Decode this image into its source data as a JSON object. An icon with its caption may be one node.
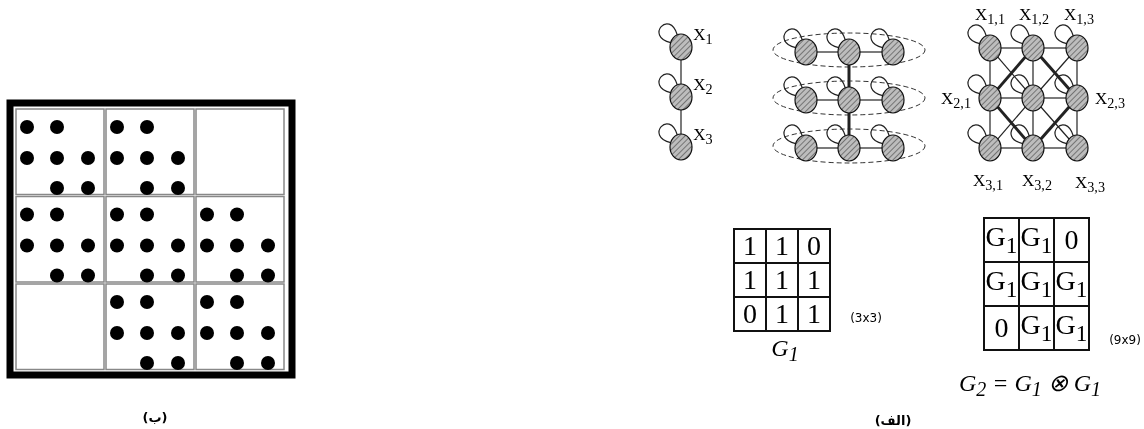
{
  "diagram": {
    "nodes": [
      {
        "text": [],
        "shape": "circle",
        "beside": [
          "X$_{1}$"
        ]
      },
      {
        "text": [],
        "shape": "circle",
        "beside": [
          "X$_{2}$"
        ]
      },
      {
        "text": [],
        "shape": "circle",
        "beside": [
          "X$_{3}$"
        ]
      },
      {
        "text": [],
        "shape": "circle"
      },
      {
        "text": [],
        "shape": "circle"
      },
      {
        "text": [],
        "shape": "circle"
      },
      {
        "text": [],
        "shape": "circle"
      },
      {
        "text": [],
        "shape": "circle"
      },
      {
        "text": [],
        "shape": "circle"
      },
      {
        "text": [],
        "shape": "circle"
      },
      {
        "text": [],
        "shape": "circle"
      },
      {
        "text": [],
        "shape": "circle"
      },
      {
        "text": [],
        "shape": "circle",
        "beside": [
          "X$_{1,1}$"
        ]
      },
      {
        "text": [],
        "shape": "circle",
        "beside": [
          "X$_{1,2}$"
        ]
      },
      {
        "text": [],
        "shape": "circle",
        "beside": [
          "X$_{1,3}$"
        ]
      },
      {
        "text": [],
        "shape": "circle",
        "beside": [
          "X$_{2,1}$"
        ]
      },
      {
        "text": [],
        "shape": "circle"
      },
      {
        "text": [],
        "shape": "circle",
        "beside": [
          "X$_{2,3}$"
        ]
      },
      {
        "text": [],
        "shape": "circle",
        "beside": [
          "X$_{3,1}$"
        ]
      },
      {
        "text": [],
        "shape": "circle",
        "beside": [
          "X$_{3,2}$"
        ]
      },
      {
        "text": [],
        "shape": "circle",
        "beside": [
          "X$_{3,3}$"
        ]
      }
    ],
    "edges": [
      {
        "from": 0,
        "to": 1,
        "arrow": "none"
      },
      {
        "from": 1,
        "to": 2,
        "arrow": "none"
      },
      {
        "from": 0,
        "to": 0,
        "arrow": "none"
      },
      {
        "from": 1,
        "to": 1,
        "arrow": "none"
      },
      {
        "from": 2,
        "to": 2,
        "arrow": "none"
      },
      {
        "from": 3,
        "to": 4,
        "arrow": "none"
      },
      {
        "from": 4,
        "to": 5,
        "arrow": "none"
      },
      {
        "from": 6,
        "to": 7,
        "arrow": "none"
      },
      {
        "from": 7,
        "to": 8,
        "arrow": "none"
      },
      {
        "from": 9,
        "to": 10,
        "arrow": "none"
      },
      {
        "from": 10,
        "to": 11,
        "arrow": "none"
      },
      {
        "from": 4,
        "to": 7,
        "arrow": "none",
        "style": "thick"
      },
      {
        "from": 7,
        "to": 10,
        "arrow": "none",
        "style": "thick"
      },
      {
        "from": 3,
        "to": 3,
        "arrow": "none"
      },
      {
        "from": 4,
        "to": 4,
        "arrow": "none"
      },
      {
        "from": 5,
        "to": 5,
        "arrow": "none"
      },
      {
        "from": 6,
        "to": 6,
        "arrow": "none"
      },
      {
        "from": 7,
        "to": 7,
        "arrow": "none"
      },
      {
        "from": 8,
        "to": 8,
        "arrow": "none"
      },
      {
        "from": 9,
        "to": 9,
        "arrow": "none"
      },
      {
        "from": 10,
        "to": 10,
        "arrow": "none"
      },
      {
        "from": 11,
        "to": 11,
        "arrow": "none"
      },
      {
        "from": 12,
        "to": 13,
        "arrow": "none"
      },
      {
        "from": 13,
        "to": 14,
        "arrow": "none"
      },
      {
        "from": 15,
        "to": 16,
        "arrow": "none"
      },
      {
        "from": 16,
        "to": 17,
        "arrow": "none"
      },
      {
        "from": 18,
        "to": 19,
        "arrow": "none"
      },
      {
        "from": 19,
        "to": 20,
        "arrow": "none"
      },
      {
        "from": 12,
        "to": 15,
        "arrow": "none"
      },
      {
        "from": 15,
        "to": 18,
        "arrow": "none"
      },
      {
        "from": 13,
        "to": 16,
        "arrow": "none"
      },
      {
        "from": 16,
        "to": 19,
        "arrow": "none"
      },
      {
        "from": 14,
        "to": 17,
        "arrow": "none"
      },
      {
        "from": 17,
        "to": 20,
        "arrow": "none"
      },
      {
        "from": 12,
        "to": 16,
        "arrow": "none"
      },
      {
        "from": 13,
        "to": 15,
        "arrow": "none",
        "style": "thick"
      },
      {
        "from": 13,
        "to": 17,
        "arrow": "none",
        "style": "thick"
      },
      {
        "from": 14,
        "to": 16,
        "arrow": "none"
      },
      {
        "from": 15,
        "to": 19,
        "arrow": "none",
        "style": "thick"
      },
      {
        "from": 16,
        "to": 18,
        "arrow": "none"
      },
      {
        "from": 16,
        "to": 20,
        "arrow": "none"
      },
      {
        "from": 17,
        "to": 19,
        "arrow": "none",
        "style": "thick"
      },
      {
        "from": 12,
        "to": 12,
        "arrow": "none"
      },
      {
        "from": 13,
        "to": 13,
        "arrow": "none"
      },
      {
        "from": 14,
        "to": 14,
        "arrow": "none"
      },
      {
        "from": 15,
        "to": 15,
        "arrow": "none"
      },
      {
        "from": 16,
        "to": 16,
        "arrow": "none"
      },
      {
        "from": 17,
        "to": 17,
        "arrow": "none"
      },
      {
        "from": 18,
        "to": 18,
        "arrow": "none"
      },
      {
        "from": 19,
        "to": 19,
        "arrow": "none"
      },
      {
        "from": 20,
        "to": 20,
        "arrow": "none"
      }
    ],
    "labels": [
      "1",
      "1",
      "0",
      "1",
      "1",
      "1",
      "0",
      "1",
      "1",
      "(3x3)",
      "G$_{1}$",
      "G$_{1}$",
      "G$_{1}$",
      "0",
      "G$_{1}$",
      "G$_{1}$",
      "G$_{1}$",
      "0",
      "G$_{1}$",
      "G$_{1}$",
      "(9x9)",
      "G$_{2}$ = G$_{1}$ ⊗ G$_{1}$",
      "(ب)",
      "(الف)"
    ]
  }
}
